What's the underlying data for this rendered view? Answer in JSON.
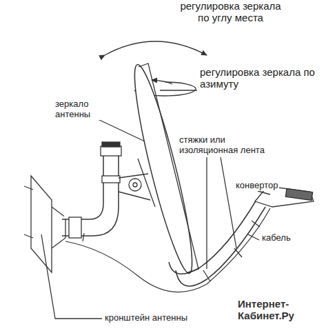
{
  "diagram": {
    "labels": [
      "регулировка зеркала по углу места",
      "регулировка зеркала по азимуту",
      "зеркало антенны",
      "стяжки или изоляционная лента",
      "конвертор",
      "кабель",
      "кронштейн антенны",
      "Интернет-Кабинет.Ру"
    ]
  }
}
